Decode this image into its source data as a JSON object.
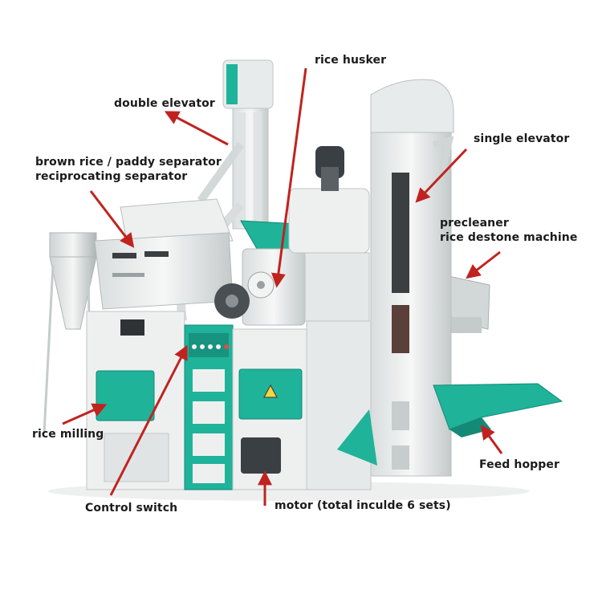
{
  "colors": {
    "machine_white": "#ecefee",
    "machine_shadow": "#c9cfcf",
    "teal": "#1fb39a",
    "teal_dark": "#138a76",
    "arrow": "#c0231f",
    "motor": "#3a3f44"
  },
  "labels": {
    "rice_husker": "rice husker",
    "double_elevator": "double elevator",
    "brown_rice_line1": "brown rice / paddy separator",
    "brown_rice_line2": "reciprocating separator",
    "single_elevator": "single elevator",
    "precleaner_line1": "precleaner",
    "precleaner_line2": "rice destone machine",
    "rice_milling": "rice milling",
    "feed_hopper": "Feed hopper",
    "control_switch": "Control switch",
    "motor": "motor (total inculde 6 sets)"
  }
}
